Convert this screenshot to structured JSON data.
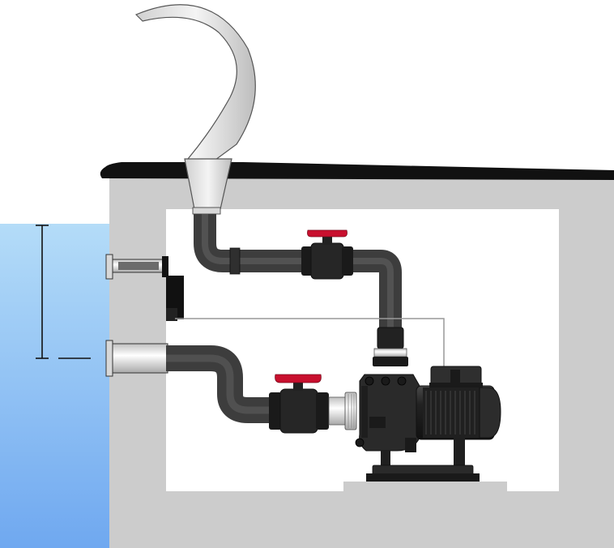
{
  "diagram": {
    "subject": "pool-counter-current-system-installation",
    "colors": {
      "pool_water_top": "#b4dcf8",
      "pool_water_bottom": "#6fa8f0",
      "wall": "#cccccc",
      "wall_cutout": "#ffffff",
      "coping": "#111111",
      "pipe": "#3d3d3d",
      "pipe_light": "#5a5a5a",
      "fitting": "#1a1a1a",
      "valve_handle": "#c8102e",
      "nozzle": "#e4e4e4",
      "pump_body": "#2a2a2a",
      "cable": "#999999",
      "dimension_line": "#111111"
    },
    "components": [
      {
        "id": "pool-water",
        "icon": "water-area"
      },
      {
        "id": "pool-wall",
        "icon": "concrete-wall"
      },
      {
        "id": "coping-stone",
        "icon": "coping"
      },
      {
        "id": "jet-nozzle",
        "icon": "nozzle-icon"
      },
      {
        "id": "suction-fitting",
        "icon": "suction-icon"
      },
      {
        "id": "wall-outlet",
        "icon": "outlet-icon"
      },
      {
        "id": "pressure-pipe",
        "icon": "pipe-icon"
      },
      {
        "id": "suction-pipe",
        "icon": "pipe-icon"
      },
      {
        "id": "pressure-ball-valve",
        "icon": "ball-valve-icon"
      },
      {
        "id": "suction-ball-valve",
        "icon": "ball-valve-icon"
      },
      {
        "id": "pump",
        "icon": "centrifugal-pump-icon"
      },
      {
        "id": "motor",
        "icon": "electric-motor-icon"
      },
      {
        "id": "air-hose",
        "icon": "hose-icon"
      },
      {
        "id": "depth-dimension",
        "icon": "dimension-icon"
      }
    ]
  }
}
